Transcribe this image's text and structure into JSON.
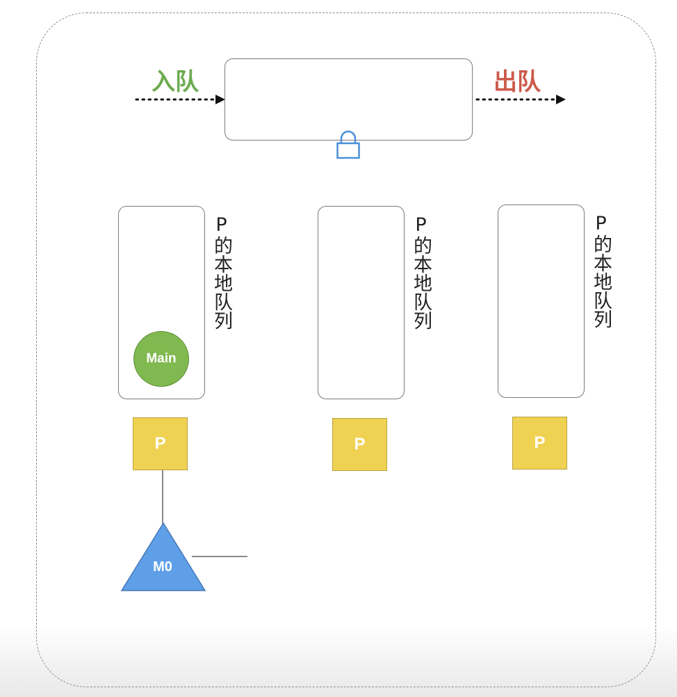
{
  "diagram": {
    "enqueue_label": "入队",
    "dequeue_label": "出队",
    "colors": {
      "enqueue": "#6cab4f",
      "dequeue": "#cc5a4b",
      "lock": "#4a90d9",
      "p_box": "#f0d253",
      "goroutine": "#80b94f",
      "m_thread": "#5f9fe8"
    },
    "icons": {
      "lock": "lock-icon"
    },
    "local_queues": [
      {
        "label": "P的本地队列",
        "processor": "P",
        "goroutine": "Main",
        "thread": "M0"
      },
      {
        "label": "P的本地队列",
        "processor": "P"
      },
      {
        "label": "P的本地队列",
        "processor": "P"
      }
    ]
  }
}
